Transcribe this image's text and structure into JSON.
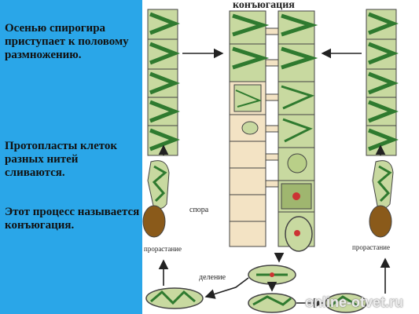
{
  "text_blocks": {
    "autumn": "Осенью спирогира приступает к половому размножению.",
    "fusion": "Протопласты клеток разных нитей сливаются.",
    "process": "Этот процесс называется конъюгация."
  },
  "diagram": {
    "title": "конъюгация",
    "spore_label": "спора",
    "germination_left": "прорастание",
    "germination_right": "прорастание",
    "division_label": "деление"
  },
  "watermark": "online-otvet.ru",
  "colors": {
    "left_bg": "#2aa6e8",
    "cell_fill": "#c8d9a0",
    "chloroplast": "#2f7a2f",
    "zygote_fill": "#8a5a1a",
    "empty_cell": "#f3e3c4",
    "outline": "#444444"
  }
}
